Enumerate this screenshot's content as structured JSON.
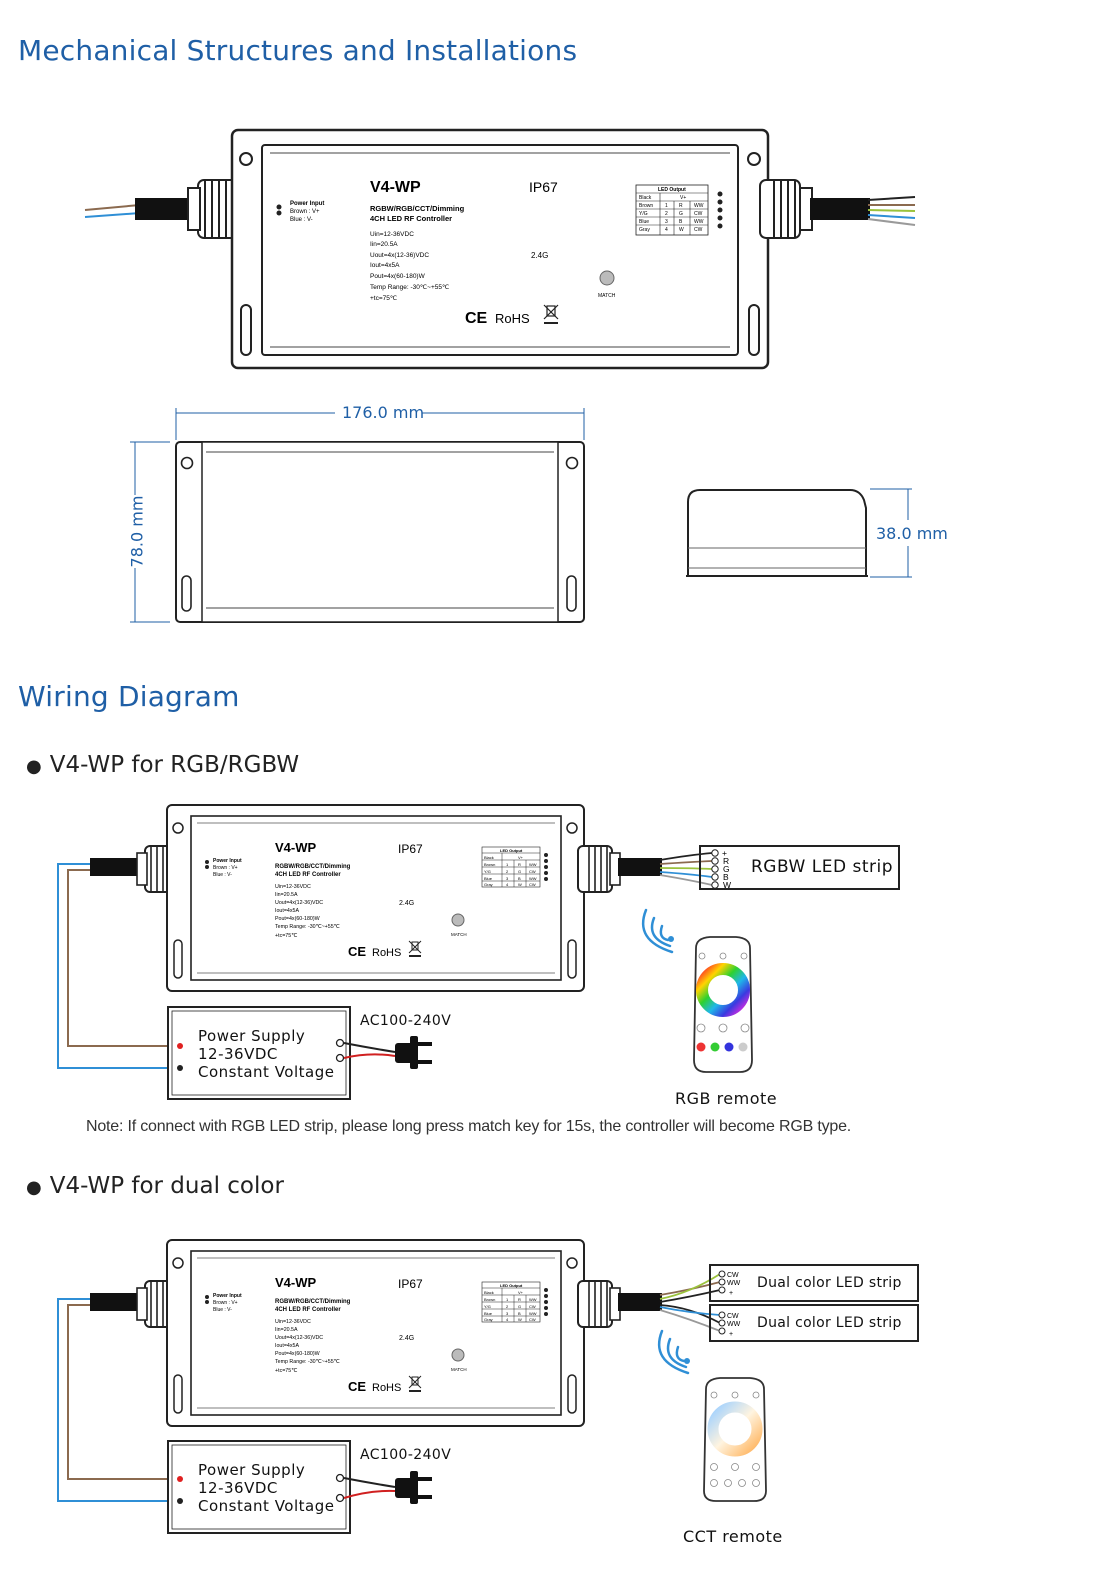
{
  "sections": {
    "mechanical_title": "Mechanical Structures and Installations",
    "wiring_title": "Wiring Diagram",
    "rgb_subtitle": "V4-WP for RGB/RGBW",
    "dual_subtitle": "V4-WP for dual color"
  },
  "device": {
    "model": "V4-WP",
    "rating": "IP67",
    "line1": "RGBW/RGB/CCT/Dimming",
    "line2": "4CH LED RF Controller",
    "specs": [
      "Uin=12-36VDC",
      "Iin=20.5A",
      "Uout=4x(12-36)VDC",
      "Iout=4x5A",
      "Pout=4x(60-180)W",
      "Temp Range: -30℃~+55℃",
      "+tc=75℃"
    ],
    "rf": "2.4G",
    "match": "MATCH",
    "cert": "RoHS",
    "power_input_title": "Power Input",
    "power_input_lines": [
      "Brown :  V+",
      "Blue    :  V-"
    ],
    "led_output_title": "LED Output",
    "led_output_rows": [
      [
        "Black",
        "V+"
      ],
      [
        "Brown",
        "1",
        "R",
        "WW"
      ],
      [
        "Y/G",
        "2",
        "G",
        "CW"
      ],
      [
        "Blue",
        "3",
        "B",
        "WW"
      ],
      [
        "Gray",
        "4",
        "W",
        "CW"
      ]
    ]
  },
  "dimensions": {
    "length": "176.0 mm",
    "width": "78.0 mm",
    "height": "38.0 mm"
  },
  "rgb_diagram": {
    "strip_label": "RGBW LED strip",
    "strip_pins": [
      "+",
      "R",
      "G",
      "B",
      "W"
    ],
    "power_supply": [
      "Power Supply",
      "12-36VDC",
      "Constant Voltage"
    ],
    "ac": "AC100-240V",
    "remote_label": "RGB remote",
    "note": "Note: If connect with RGB LED strip, please long press match key for 15s, the controller will become RGB type."
  },
  "dual_diagram": {
    "strip_label_1": "Dual color LED strip",
    "strip_label_2": "Dual color LED strip",
    "strip_pins": [
      "CW",
      "WW",
      "+"
    ],
    "power_supply": [
      "Power Supply",
      "12-36VDC",
      "Constant Voltage"
    ],
    "ac": "AC100-240V",
    "remote_label": "CCT remote"
  },
  "colors": {
    "heading_blue": "#1f5fa6",
    "wire_brown": "#8b6a4f",
    "wire_blue": "#2f8fd6",
    "wire_yg": "#9bc23c",
    "wire_gray": "#9a9a9a"
  }
}
